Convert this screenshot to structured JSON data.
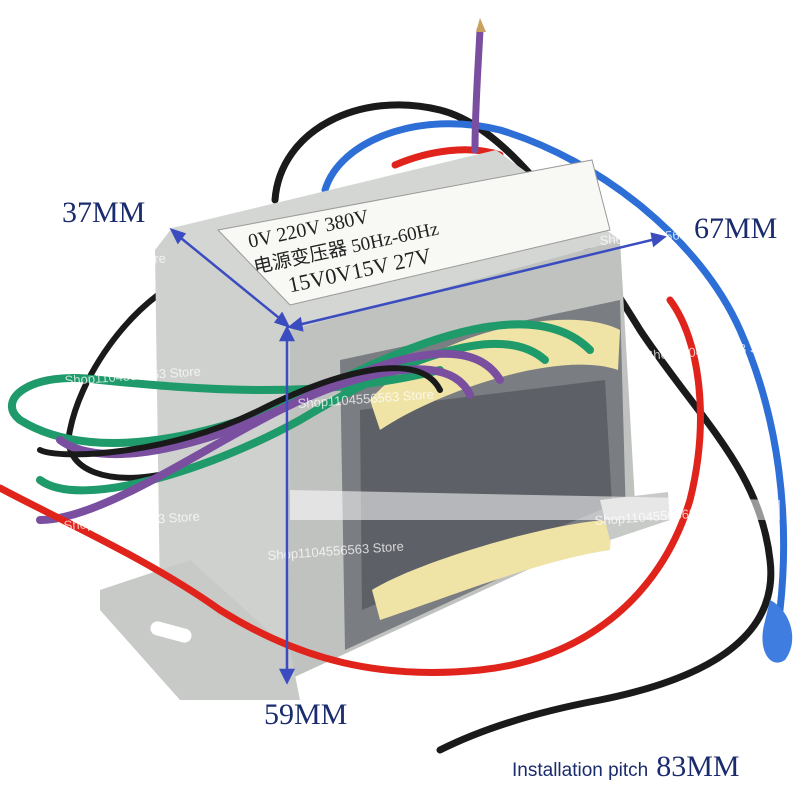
{
  "dimensions": {
    "height": "37MM",
    "depth": "67MM",
    "width": "59MM",
    "installation_pitch_label": "Installation pitch",
    "installation_pitch_value": "83MM"
  },
  "nameplate": {
    "line1": "0V  220V  380V",
    "line2": "电源变压器 50Hz-60Hz",
    "line3": "15V0V15V 27V"
  },
  "watermark": "Shop1104556563 Store",
  "colors": {
    "dimension_text": "#1a2b6e",
    "dimension_arrow": "#3b4cc0",
    "wire_red": "#e0241c",
    "wire_black": "#1a1a1a",
    "wire_blue": "#2d6fd6",
    "wire_green": "#1f9a6a",
    "wire_purple": "#7a4fa0",
    "frame_metal": "#c9cbc8",
    "bobbin": "#efe3a6",
    "core": "#5d6066"
  }
}
